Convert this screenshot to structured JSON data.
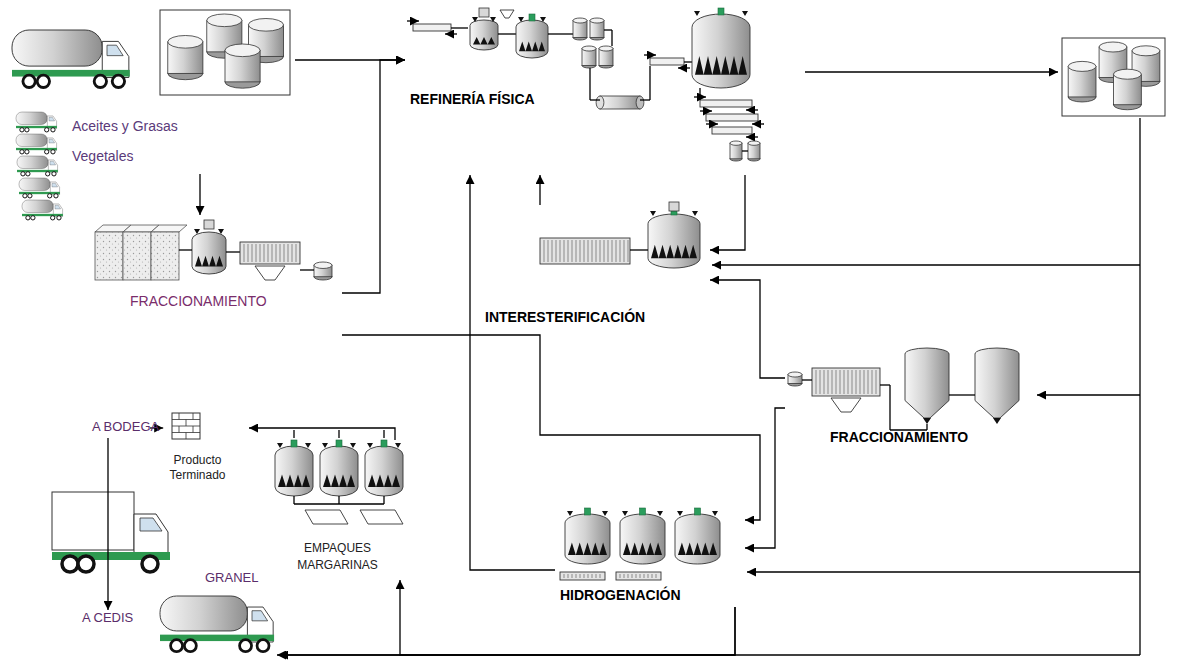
{
  "diagram": {
    "nodes": [
      {
        "text": [
          "Aceites y Grasas Vegetales"
        ]
      },
      {
        "text": [
          "FRACCIONAMIENTO"
        ]
      },
      {
        "text": [
          "REFINERÍA FÍSICA"
        ]
      },
      {
        "text": [
          "INTERESTERIFICACIÓN"
        ]
      },
      {
        "text": [
          "FRACCIONAMIENTO"
        ]
      },
      {
        "text": [
          "HIDROGENACIÓN"
        ]
      },
      {
        "text": [
          "EMPAQUES MARGARINAS"
        ]
      },
      {
        "text": [
          "Producto Terminado"
        ]
      },
      {
        "text": [
          "A BODEGA"
        ]
      },
      {
        "text": [
          "A CEDIS"
        ]
      },
      {
        "text": [
          "GRANEL"
        ]
      }
    ],
    "edges": [
      {
        "from": 0,
        "to": 1,
        "arrow": "to"
      },
      {
        "from": 0,
        "to": 2,
        "arrow": "to"
      },
      {
        "from": 1,
        "to": 2,
        "arrow": "to"
      },
      {
        "from": 1,
        "to": 5,
        "arrow": "to"
      },
      {
        "from": 2,
        "to": 3,
        "arrow": "to"
      },
      {
        "from": 3,
        "to": 2,
        "arrow": "to"
      },
      {
        "from": 5,
        "to": 2,
        "arrow": "to"
      },
      {
        "from": 4,
        "to": 3,
        "arrow": "to"
      },
      {
        "from": 4,
        "to": 5,
        "arrow": "to"
      },
      {
        "from": 5,
        "to": 10,
        "arrow": "to"
      },
      {
        "from": 5,
        "to": 6,
        "arrow": "to"
      },
      {
        "from": 6,
        "to": 7,
        "arrow": "to"
      },
      {
        "from": 7,
        "to": 8,
        "arrow": "to"
      },
      {
        "from": 8,
        "to": 9,
        "arrow": "to"
      }
    ]
  }
}
